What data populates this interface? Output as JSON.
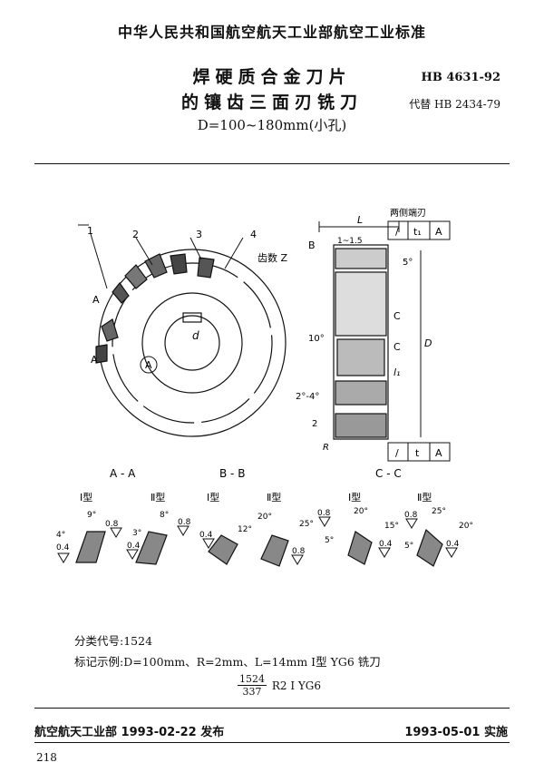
{
  "header": {
    "organization": "中华人民共和国航空航天工业部航空工业标准",
    "title_line1": "焊硬质合金刀片",
    "title_line2": "的镶齿三面刃铣刀",
    "title_line3": "D=100~180mm(小孔)",
    "standard_code": "HB 4631-92",
    "replaces": "代替 HB 2434-79"
  },
  "drawing": {
    "callouts": [
      "1",
      "2",
      "3",
      "4"
    ],
    "teeth_label": "齿数 Z",
    "side_note": "两侧端刃",
    "tol_top": [
      "/",
      "t₁",
      "A"
    ],
    "tol_bottom": [
      "/",
      "t",
      "A"
    ],
    "labels": {
      "L": "L",
      "l15": "1~1.5",
      "ang5": "5°",
      "ang10": "10°",
      "ang24": "2°-4°",
      "D": "D",
      "d": "d",
      "A": "A",
      "B": "B",
      "C": "C",
      "l1": "l₁",
      "R": "R",
      "two": "2"
    },
    "section_titles": [
      "A - A",
      "B - B",
      "C - C"
    ],
    "types": [
      "Ⅰ型",
      "Ⅱ型",
      "Ⅰ型",
      "Ⅱ型",
      "Ⅰ型",
      "Ⅱ型"
    ],
    "angles": [
      "4°",
      "9°",
      "3°",
      "8°",
      "12°",
      "20°",
      "25°",
      "20°",
      "15°",
      "5°",
      "25°",
      "20°",
      "5°"
    ],
    "roughness": "0.8",
    "roughness2": "0.4"
  },
  "meta": {
    "class_code": "分类代号:1524",
    "mark_example": "标记示例:D=100mm、R=2mm、L=14mm Ⅰ型 YG6 铣刀",
    "frac_num": "1524",
    "frac_den": "337",
    "frac_rest": "R2 Ⅰ YG6"
  },
  "footer": {
    "issued": "航空航天工业部 1993-02-22 发布",
    "effective": "1993-05-01 实施",
    "page": "218"
  }
}
